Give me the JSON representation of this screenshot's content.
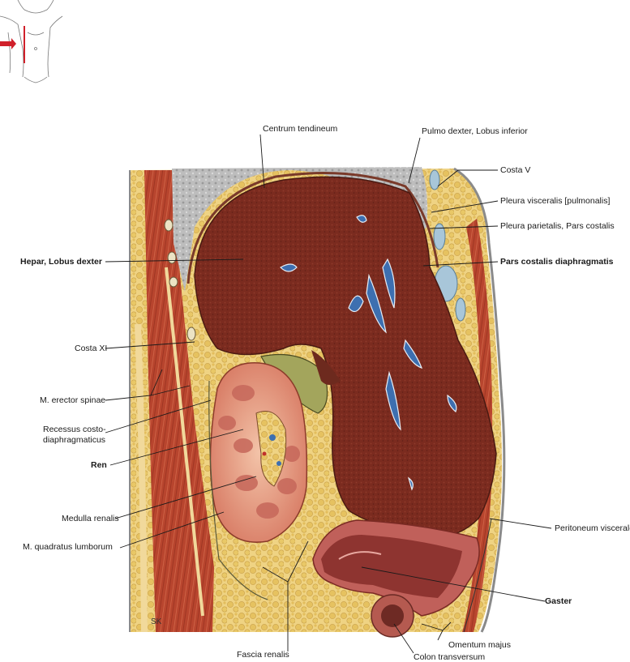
{
  "labels": {
    "centrum_tendineum": "Centrum tendineum",
    "pulmo_dexter": "Pulmo dexter, Lobus inferior",
    "costa_v": "Costa V",
    "pleura_visceralis": "Pleura visceralis [pulmonalis]",
    "pleura_parietalis": "Pleura parietalis, Pars costalis",
    "hepar": "Hepar, Lobus dexter",
    "pars_costalis": "Pars costalis diaphragmatis",
    "costa_xi": "Costa XI",
    "erector_spinae": "M. erector spinae",
    "recessus_1": "Recessus costo-",
    "recessus_2": "diaphragmaticus",
    "ren": "Ren",
    "medulla_renalis": "Medulla renalis",
    "quadratus_lumborum": "M. quadratus lumborum",
    "peritoneum_viscerale": "Peritoneum viscerale",
    "gaster": "Gaster",
    "omentum_majus": "Omentum majus",
    "fascia_renalis": "Fascia renalis",
    "colon_transversum": "Colon transversum"
  },
  "signature": "SK",
  "colors": {
    "liver": "#7a2a1e",
    "fat": "#e8c56b",
    "muscle": "#b8452e",
    "lung": "#b4b4b4",
    "kidney": "#e0917a",
    "stomach_wall": "#c0605a",
    "vessel_blue": "#3d6fb0",
    "bile": "#9ea35a",
    "orientation_line": "#d0202a"
  }
}
